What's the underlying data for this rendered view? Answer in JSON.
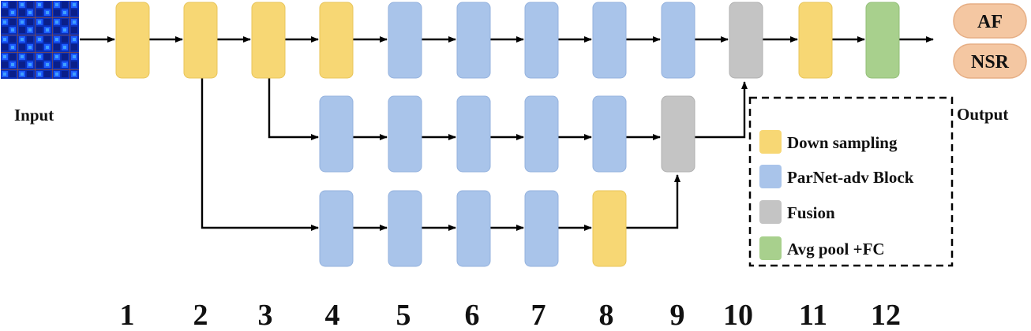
{
  "input_label": "Input",
  "output_label": "Output",
  "outputs": [
    {
      "label": "AF"
    },
    {
      "label": "NSR"
    }
  ],
  "legend": [
    {
      "label": "Down sampling",
      "kind": "down"
    },
    {
      "label": "ParNet-adv Block",
      "kind": "parnet"
    },
    {
      "label": "Fusion",
      "kind": "fusion"
    },
    {
      "label": "Avg pool +FC",
      "kind": "avgfc"
    }
  ],
  "colors": {
    "down": "#F7D774",
    "parnet": "#A9C4EA",
    "fusion": "#C4C4C4",
    "avgfc": "#A8D08D",
    "output": "#F4C7A2"
  },
  "stage_numbers": [
    "1",
    "2",
    "3",
    "4",
    "5",
    "6",
    "7",
    "8",
    "9",
    "10",
    "11",
    "12"
  ]
}
